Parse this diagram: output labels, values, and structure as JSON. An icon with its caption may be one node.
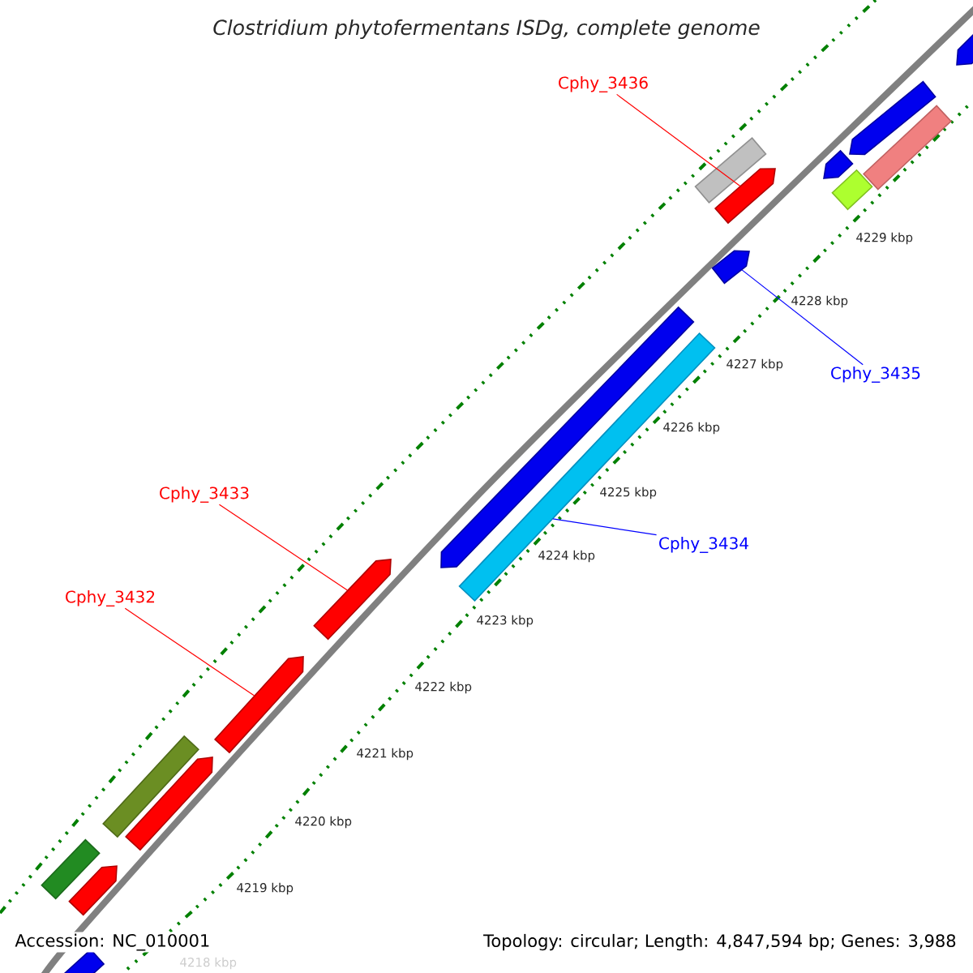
{
  "diagram": {
    "title": "Clostridium phytofermentans ISDg, complete genome",
    "nodes": [
      {
        "text": [
          "Cphy_3436"
        ]
      },
      {
        "text": [],
        "shape": "pentagon"
      },
      {
        "text": [
          "Cphy_3435"
        ]
      },
      {
        "text": [],
        "shape": "pentagon"
      },
      {
        "text": [
          "Cphy_3433"
        ]
      },
      {
        "text": [],
        "shape": "pentagon"
      },
      {
        "text": [
          "Cphy_3434"
        ]
      },
      {
        "text": [],
        "shape": "bar"
      },
      {
        "text": [
          "Cphy_3432"
        ]
      },
      {
        "text": [],
        "shape": "pentagon"
      },
      {
        "text": [],
        "shape": "pentagon"
      },
      {
        "text": [],
        "shape": "pentagon"
      },
      {
        "text": [],
        "shape": "bar"
      },
      {
        "text": [],
        "shape": "pentagon"
      },
      {
        "text": [],
        "shape": "bar"
      },
      {
        "text": [],
        "shape": "bar"
      },
      {
        "text": [],
        "shape": "pentagon"
      },
      {
        "text": [],
        "shape": "bar"
      },
      {
        "text": [],
        "shape": "pentagon"
      },
      {
        "text": [],
        "shape": "bar"
      },
      {
        "text": [],
        "shape": "pentagon"
      },
      {
        "text": [],
        "shape": "pentagon"
      }
    ],
    "edges": [
      {
        "from": 0,
        "to": 1,
        "arrow": "none"
      },
      {
        "from": 2,
        "to": 3,
        "arrow": "none",
        "color": "#0000ff"
      },
      {
        "from": 4,
        "to": 5,
        "arrow": "none"
      },
      {
        "from": 6,
        "to": 7,
        "arrow": "none",
        "color": "#0000ff"
      },
      {
        "from": 8,
        "to": 9,
        "arrow": "none"
      }
    ],
    "labels": [
      "4229 kbp",
      "4228 kbp",
      "4227 kbp",
      "4226 kbp",
      "4225 kbp",
      "4224 kbp",
      "4223 kbp",
      "4222 kbp",
      "4221 kbp",
      "4220 kbp",
      "4219 kbp",
      "Accession: NC_010001",
      "Topology: circular; Length: 4,847,594 bp; Genes: 3,988",
      "4218 kbp"
    ]
  }
}
